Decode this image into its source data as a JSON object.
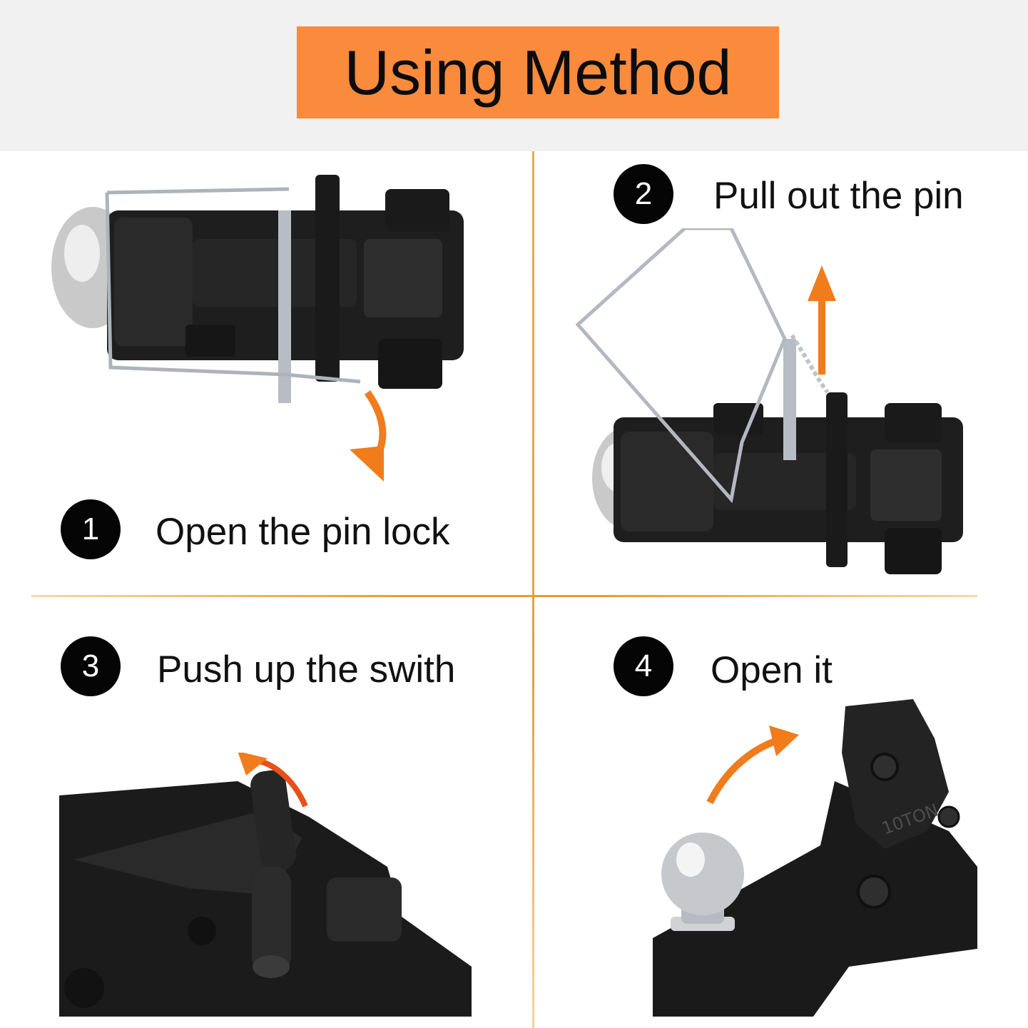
{
  "header": {
    "title": "Using Method"
  },
  "steps": [
    {
      "number": "1",
      "label": "Open the pin lock"
    },
    {
      "number": "2",
      "label": "Pull out the pin"
    },
    {
      "number": "3",
      "label": "Push up the swith"
    },
    {
      "number": "4",
      "label": "Open it"
    }
  ],
  "product_marking": "10TON",
  "colors": {
    "accent_orange": "#fa8b3c",
    "arrow_orange": "#f07c1c",
    "badge_black": "#050505",
    "hitch_black": "#1c1c1c"
  }
}
